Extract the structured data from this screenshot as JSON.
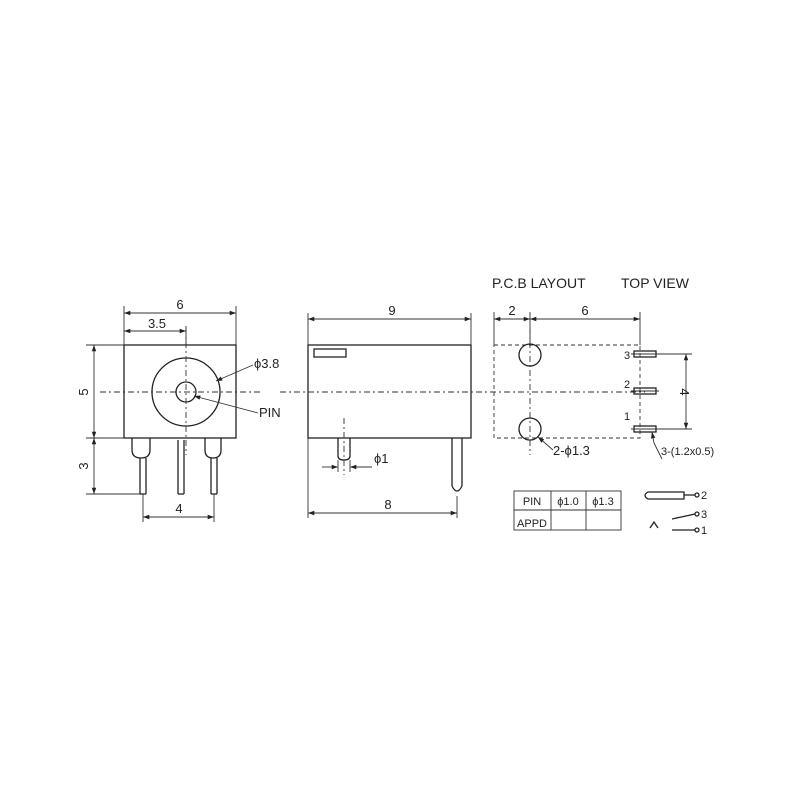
{
  "titles": {
    "pcb": "P.C.B LAYOUT",
    "top": "TOP VIEW"
  },
  "front_view": {
    "width": "6",
    "offset": "3.5",
    "height": "5",
    "pin_length": "3",
    "pin_pitch": "4",
    "hole_dia": "ϕ3.8",
    "pin_label": "PIN"
  },
  "side_view": {
    "length": "9",
    "pin_offset": "8",
    "pin_dia": "ϕ1"
  },
  "pcb_layout": {
    "dim_left": "2",
    "dim_right": "6",
    "dim_height": "4",
    "hole_label": "2-ϕ1.3",
    "slot_label": "3-(1.2x0.5)",
    "pin_numbers": [
      "3",
      "2",
      "1"
    ]
  },
  "pin_table": {
    "headers": [
      "PIN",
      "ϕ1.0",
      "ϕ1.3"
    ],
    "row_label": "APPD"
  },
  "schematic": {
    "pins": [
      "2",
      "3",
      "1"
    ]
  }
}
